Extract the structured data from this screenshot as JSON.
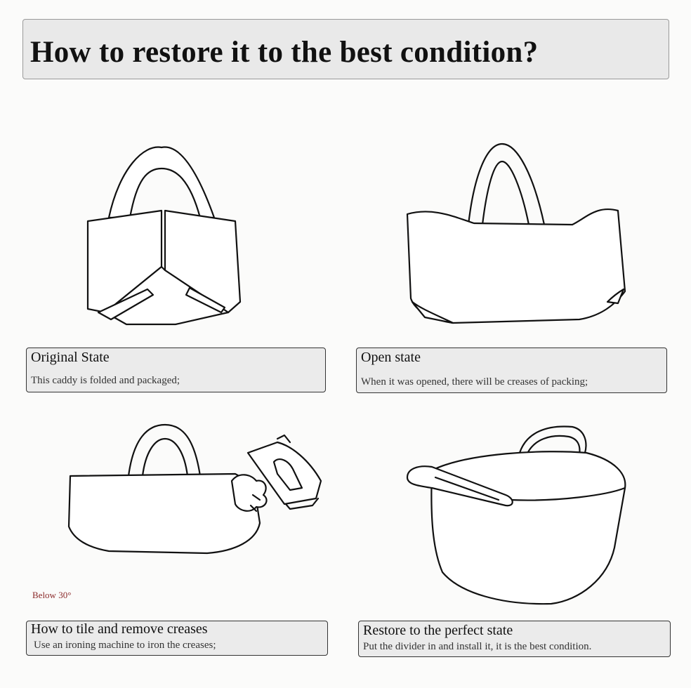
{
  "title": "How to restore it to the best condition?",
  "steps": [
    {
      "heading": "Original State",
      "text": "This caddy is folded and packaged;"
    },
    {
      "heading": "Open state",
      "text": "When it was opened, there will be creases of packing;"
    },
    {
      "heading": "How to tile and remove creases",
      "text": "Use an ironing machine to iron the creases;"
    },
    {
      "heading": "Restore to the perfect state",
      "text": "Put the divider in and install it, it is the best condition."
    }
  ],
  "note": "Below 30°",
  "icons": [
    "folded-bag-illustration",
    "open-bag-illustration",
    "bag-with-iron-illustration",
    "restored-basket-illustration"
  ]
}
